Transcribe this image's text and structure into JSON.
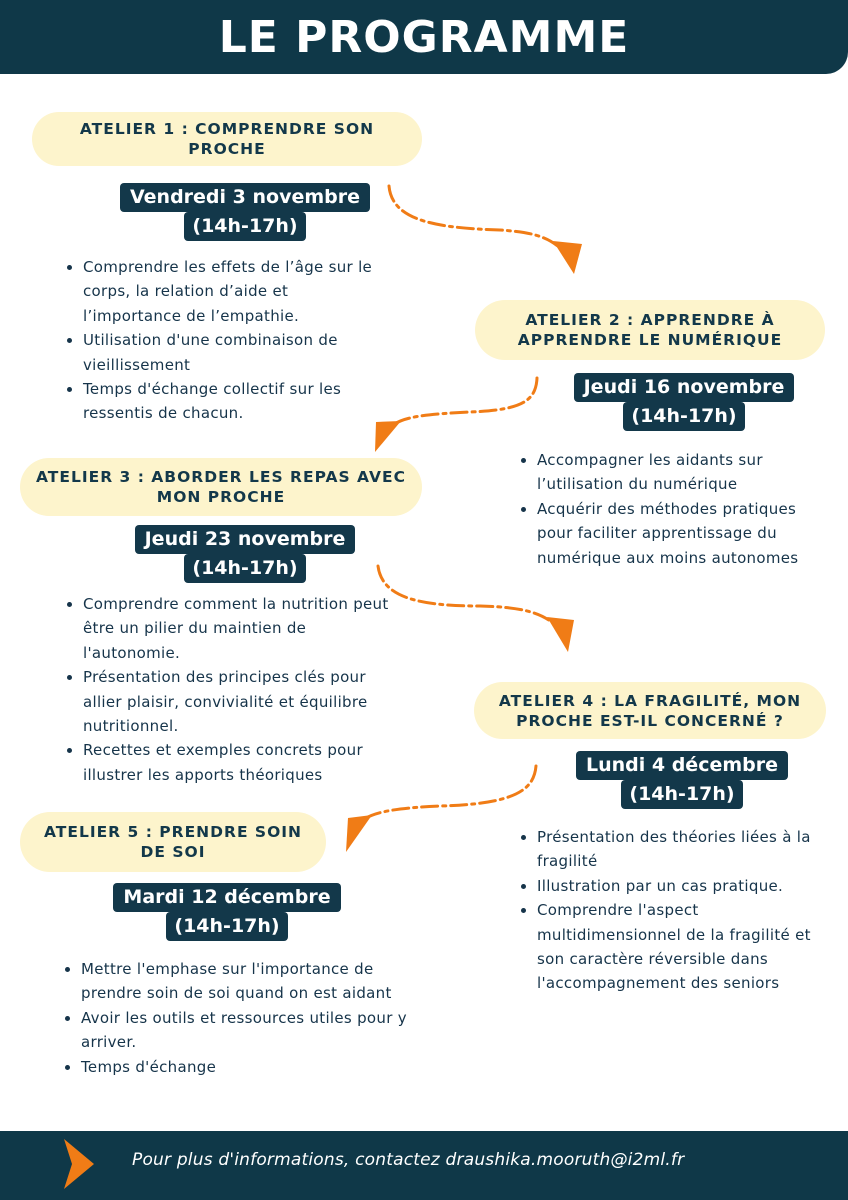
{
  "title": "LE PROGRAMME",
  "colors": {
    "navy": "#0f3848",
    "cream": "#fdf4cc",
    "orange": "#f07c16"
  },
  "ateliers": [
    {
      "title": "ATELIER 1 : COMPRENDRE SON PROCHE",
      "date": "Vendredi 3 novembre",
      "hours": "(14h-17h)",
      "items": [
        "Comprendre les effets de l’âge sur le corps, la relation d’aide et l’importance de l’empathie.",
        "Utilisation d'une combinaison de vieillissement",
        "Temps d'échange collectif sur les ressentis de chacun."
      ]
    },
    {
      "title": "ATELIER 2 : APPRENDRE À APPRENDRE LE NUMÉRIQUE",
      "date": "Jeudi 16 novembre",
      "hours": "(14h-17h)",
      "items": [
        "Accompagner les aidants sur l’utilisation du numérique",
        "Acquérir des méthodes pratiques pour faciliter apprentissage du numérique aux moins autonomes"
      ]
    },
    {
      "title": "ATELIER 3 : ABORDER LES REPAS AVEC MON PROCHE",
      "date": "Jeudi 23 novembre",
      "hours": "(14h-17h)",
      "items": [
        "Comprendre comment la nutrition peut être un pilier du maintien de l'autonomie.",
        "Présentation des principes clés pour allier plaisir, convivialité et équilibre nutritionnel.",
        "Recettes et exemples concrets pour illustrer les apports théoriques"
      ]
    },
    {
      "title": "ATELIER 4 : LA FRAGILITÉ, MON PROCHE EST-IL CONCERNÉ ?",
      "date": "Lundi 4 décembre",
      "hours": "(14h-17h)",
      "items": [
        "Présentation des théories liées à la fragilité",
        "Illustration par un cas pratique.",
        "Comprendre l'aspect multidimensionnel de la fragilité et son caractère réversible dans l'accompagnement des seniors"
      ]
    },
    {
      "title": "ATELIER 5 : PRENDRE SOIN DE SOI",
      "date": "Mardi 12 décembre",
      "hours": "(14h-17h)",
      "items": [
        "Mettre l'emphase sur l'importance de prendre soin de soi quand on est aidant",
        "Avoir les outils et ressources utiles pour y arriver.",
        "Temps d'échange"
      ]
    }
  ],
  "footer": {
    "contact": "Pour plus d'informations, contactez draushika.mooruth@i2ml.fr"
  }
}
